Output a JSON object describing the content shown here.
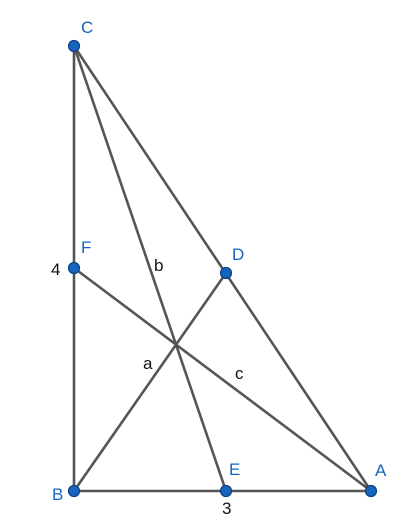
{
  "diagram": {
    "points": {
      "A": {
        "label": "A"
      },
      "B": {
        "label": "B"
      },
      "C": {
        "label": "C"
      },
      "D": {
        "label": "D"
      },
      "E": {
        "label": "E"
      },
      "F": {
        "label": "F"
      }
    },
    "segments": [
      {
        "from": "B",
        "to": "C"
      },
      {
        "from": "B",
        "to": "A"
      },
      {
        "from": "C",
        "to": "A"
      },
      {
        "from": "C",
        "to": "E"
      },
      {
        "from": "B",
        "to": "D"
      },
      {
        "from": "F",
        "to": "A"
      }
    ],
    "text_labels": {
      "a": "a",
      "b": "b",
      "c": "c",
      "side_BE": "3",
      "side_BF": "4"
    },
    "colors": {
      "point_fill": "#1565c0",
      "point_label": "#1565c0",
      "segment": "#555555",
      "text": "#111111"
    }
  }
}
